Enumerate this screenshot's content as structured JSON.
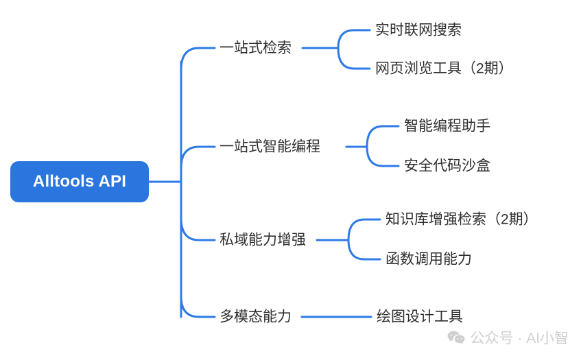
{
  "diagram": {
    "type": "mindmap",
    "orientation": "left-to-right",
    "accent_color": "#2A76DE",
    "line_color": "#2E7BE8",
    "text_color": "#2f2f2f",
    "root": {
      "label": "Alltools API",
      "text_color": "#ffffff",
      "fill": "#2A76DE"
    },
    "branches": [
      {
        "label": "一站式检索",
        "children": [
          {
            "label": "实时联网搜索"
          },
          {
            "label": "网页浏览工具（2期）"
          }
        ]
      },
      {
        "label": "一站式智能编程",
        "children": [
          {
            "label": "智能编程助手"
          },
          {
            "label": "安全代码沙盒"
          }
        ]
      },
      {
        "label": "私域能力增强",
        "children": [
          {
            "label": "知识库增强检索（2期）"
          },
          {
            "label": "函数调用能力"
          }
        ]
      },
      {
        "label": "多模态能力",
        "children": [
          {
            "label": "绘图设计工具"
          }
        ]
      }
    ]
  },
  "watermark": {
    "icon": "wechat-icon",
    "text": "公众号 · AI小智",
    "color": "#cfcfcf"
  }
}
